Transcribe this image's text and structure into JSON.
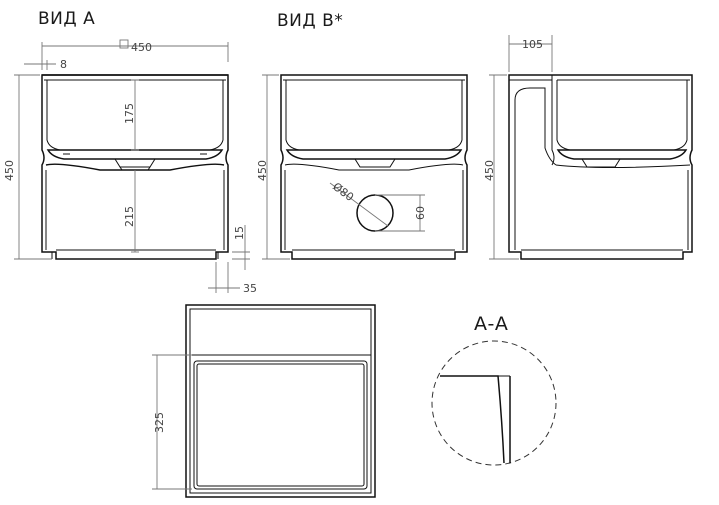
{
  "views": {
    "view_a": {
      "title": "ВИД А"
    },
    "view_b": {
      "title": "ВИД В*"
    },
    "section": {
      "title": "А-А"
    }
  },
  "dimensions": {
    "a_width": "450",
    "a_wall": "8",
    "a_height": "450",
    "a_upper": "175",
    "a_lower": "215",
    "a_foot_height": "15",
    "a_foot_width": "35",
    "b_height": "450",
    "b_hole_diameter": "Ø80",
    "b_hole_offset": "60",
    "side_width": "105",
    "side_height": "450",
    "top_depth": "325"
  },
  "colors": {
    "line": "#111111",
    "dimension": "#777777",
    "text": "#444444"
  }
}
